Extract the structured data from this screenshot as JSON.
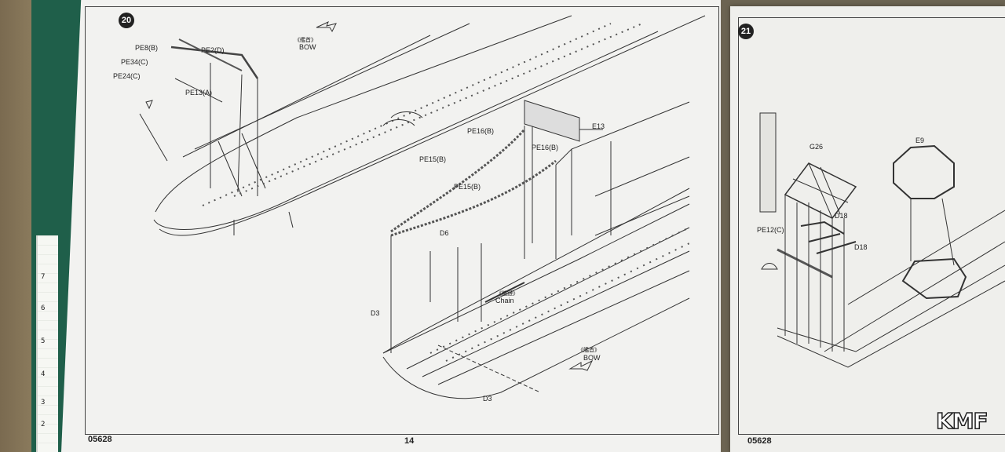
{
  "left_page": {
    "step": "20",
    "footer_code": "05628",
    "page_number": "14",
    "bow_top": {
      "cn": "《艦首》",
      "en": "BOW"
    },
    "bow_bottom": {
      "cn": "《艦首》",
      "en": "BOW"
    },
    "chain": {
      "cn": "《錨鏈》",
      "en": "Chain"
    },
    "parts": {
      "pe8": "PE8(B)",
      "pe2": "PE2(D)",
      "pe34": "PE34(C)",
      "pe24": "PE24(C)",
      "pe13": "PE13(A)",
      "pe16a": "PE16(B)",
      "pe16b": "PE16(B)",
      "e13": "E13",
      "pe15a": "PE15(B)",
      "pe15b": "PE15(B)",
      "d6": "D6",
      "d3a": "D3",
      "d3b": "D3"
    }
  },
  "right_page": {
    "step": "21",
    "footer_code": "05628",
    "parts": {
      "g26": "G26",
      "e9": "E9",
      "d18a": "D18",
      "d18b": "D18",
      "pe12": "PE12(C)"
    }
  },
  "ruler_marks": [
    "7",
    "6",
    "5",
    "4",
    "3",
    "2"
  ],
  "logo_text": "KMF",
  "colors": {
    "mat": "#1f5f4a",
    "paper": "#f2f2f0",
    "ink": "#222222"
  }
}
